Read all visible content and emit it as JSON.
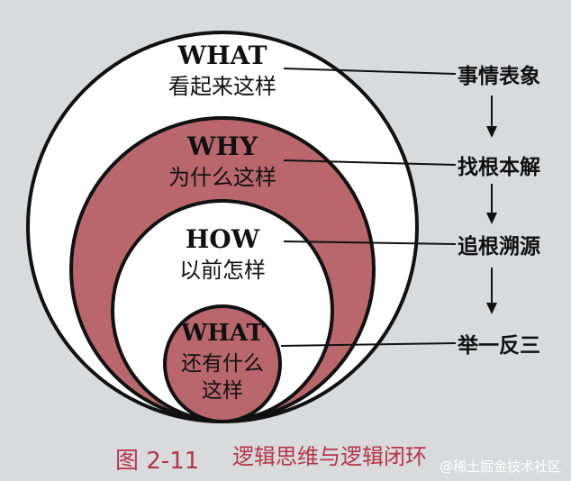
{
  "circles": {
    "outer": {
      "title": "WHAT",
      "subtitle": "看起来这样"
    },
    "second": {
      "title": "WHY",
      "subtitle": "为什么这样"
    },
    "third": {
      "title": "HOW",
      "subtitle": "以前怎样"
    },
    "inner": {
      "title": "WHAT",
      "subtitle_line1": "还有什么",
      "subtitle_line2": "这样"
    }
  },
  "steps": [
    "事情表象",
    "找根本解",
    "追根溯源",
    "举一反三"
  ],
  "caption": {
    "figure": "图 2-11",
    "title": "逻辑思维与逻辑闭环"
  },
  "watermark": "@稀土掘金技术社区",
  "colors": {
    "background": "#d9dadc",
    "ring_fill": "#b9676c",
    "line": "#111111",
    "caption": "#b5364a"
  }
}
